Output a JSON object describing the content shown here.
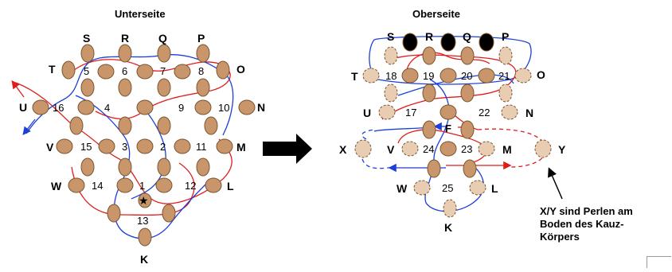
{
  "left": {
    "title": "Unterseite",
    "outer_labels": [
      "S",
      "R",
      "Q",
      "P",
      "T",
      "O",
      "U",
      "N",
      "V",
      "M",
      "W",
      "L",
      "K"
    ],
    "numbers": [
      "5",
      "6",
      "7",
      "8",
      "4",
      "9",
      "10",
      "16",
      "15",
      "3",
      "2",
      "11",
      "14",
      "1",
      "12",
      "13"
    ],
    "star": "★"
  },
  "right": {
    "title": "Oberseite",
    "outer_labels": [
      "S",
      "R",
      "Q",
      "P",
      "T",
      "O",
      "U",
      "N",
      "X",
      "V",
      "M",
      "Y",
      "W",
      "L",
      "K"
    ],
    "numbers": [
      "18",
      "19",
      "20",
      "21",
      "17",
      "22",
      "24",
      "23",
      "25"
    ],
    "center_label": "F"
  },
  "note": "X/Y sind Perlen am Boden des Kauz-Körpers",
  "colors": {
    "bead": "#c9956a",
    "bead_light": "#e8cdb3",
    "bead_black": "#000000",
    "thread_red": "#e11c1c",
    "thread_blue": "#1c3fd8",
    "arrow": "#000000"
  }
}
